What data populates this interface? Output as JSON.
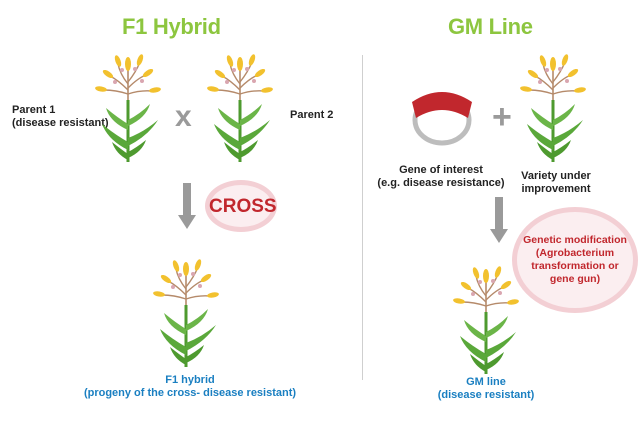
{
  "left": {
    "title": "F1 Hybrid",
    "parent1_label": "Parent 1\n(disease resistant)",
    "parent2_label": "Parent 2",
    "operator": "x",
    "step_label": "CROSS",
    "result_label": "F1 hybrid\n(progeny of the cross- disease resistant)"
  },
  "right": {
    "title": "GM Line",
    "operator": "+",
    "gene_label": "Gene of interest\n(e.g. disease resistance)",
    "variety_label": "Variety under\nimprovement",
    "step_label": "Genetic modification\n(Agrobacterium\ntransformation or\ngene gun)",
    "result_label": "GM line\n(disease resistant)"
  },
  "colors": {
    "title_green": "#8dc63f",
    "accent_red": "#c1272d",
    "result_blue": "#1a7fc1",
    "arrow_gray": "#9a9a9a",
    "leaf_green": "#5aa83a",
    "tassel_yellow": "#f2c12e"
  },
  "icons": [
    "plant-icon",
    "plasmid-icon",
    "down-arrow-icon"
  ]
}
